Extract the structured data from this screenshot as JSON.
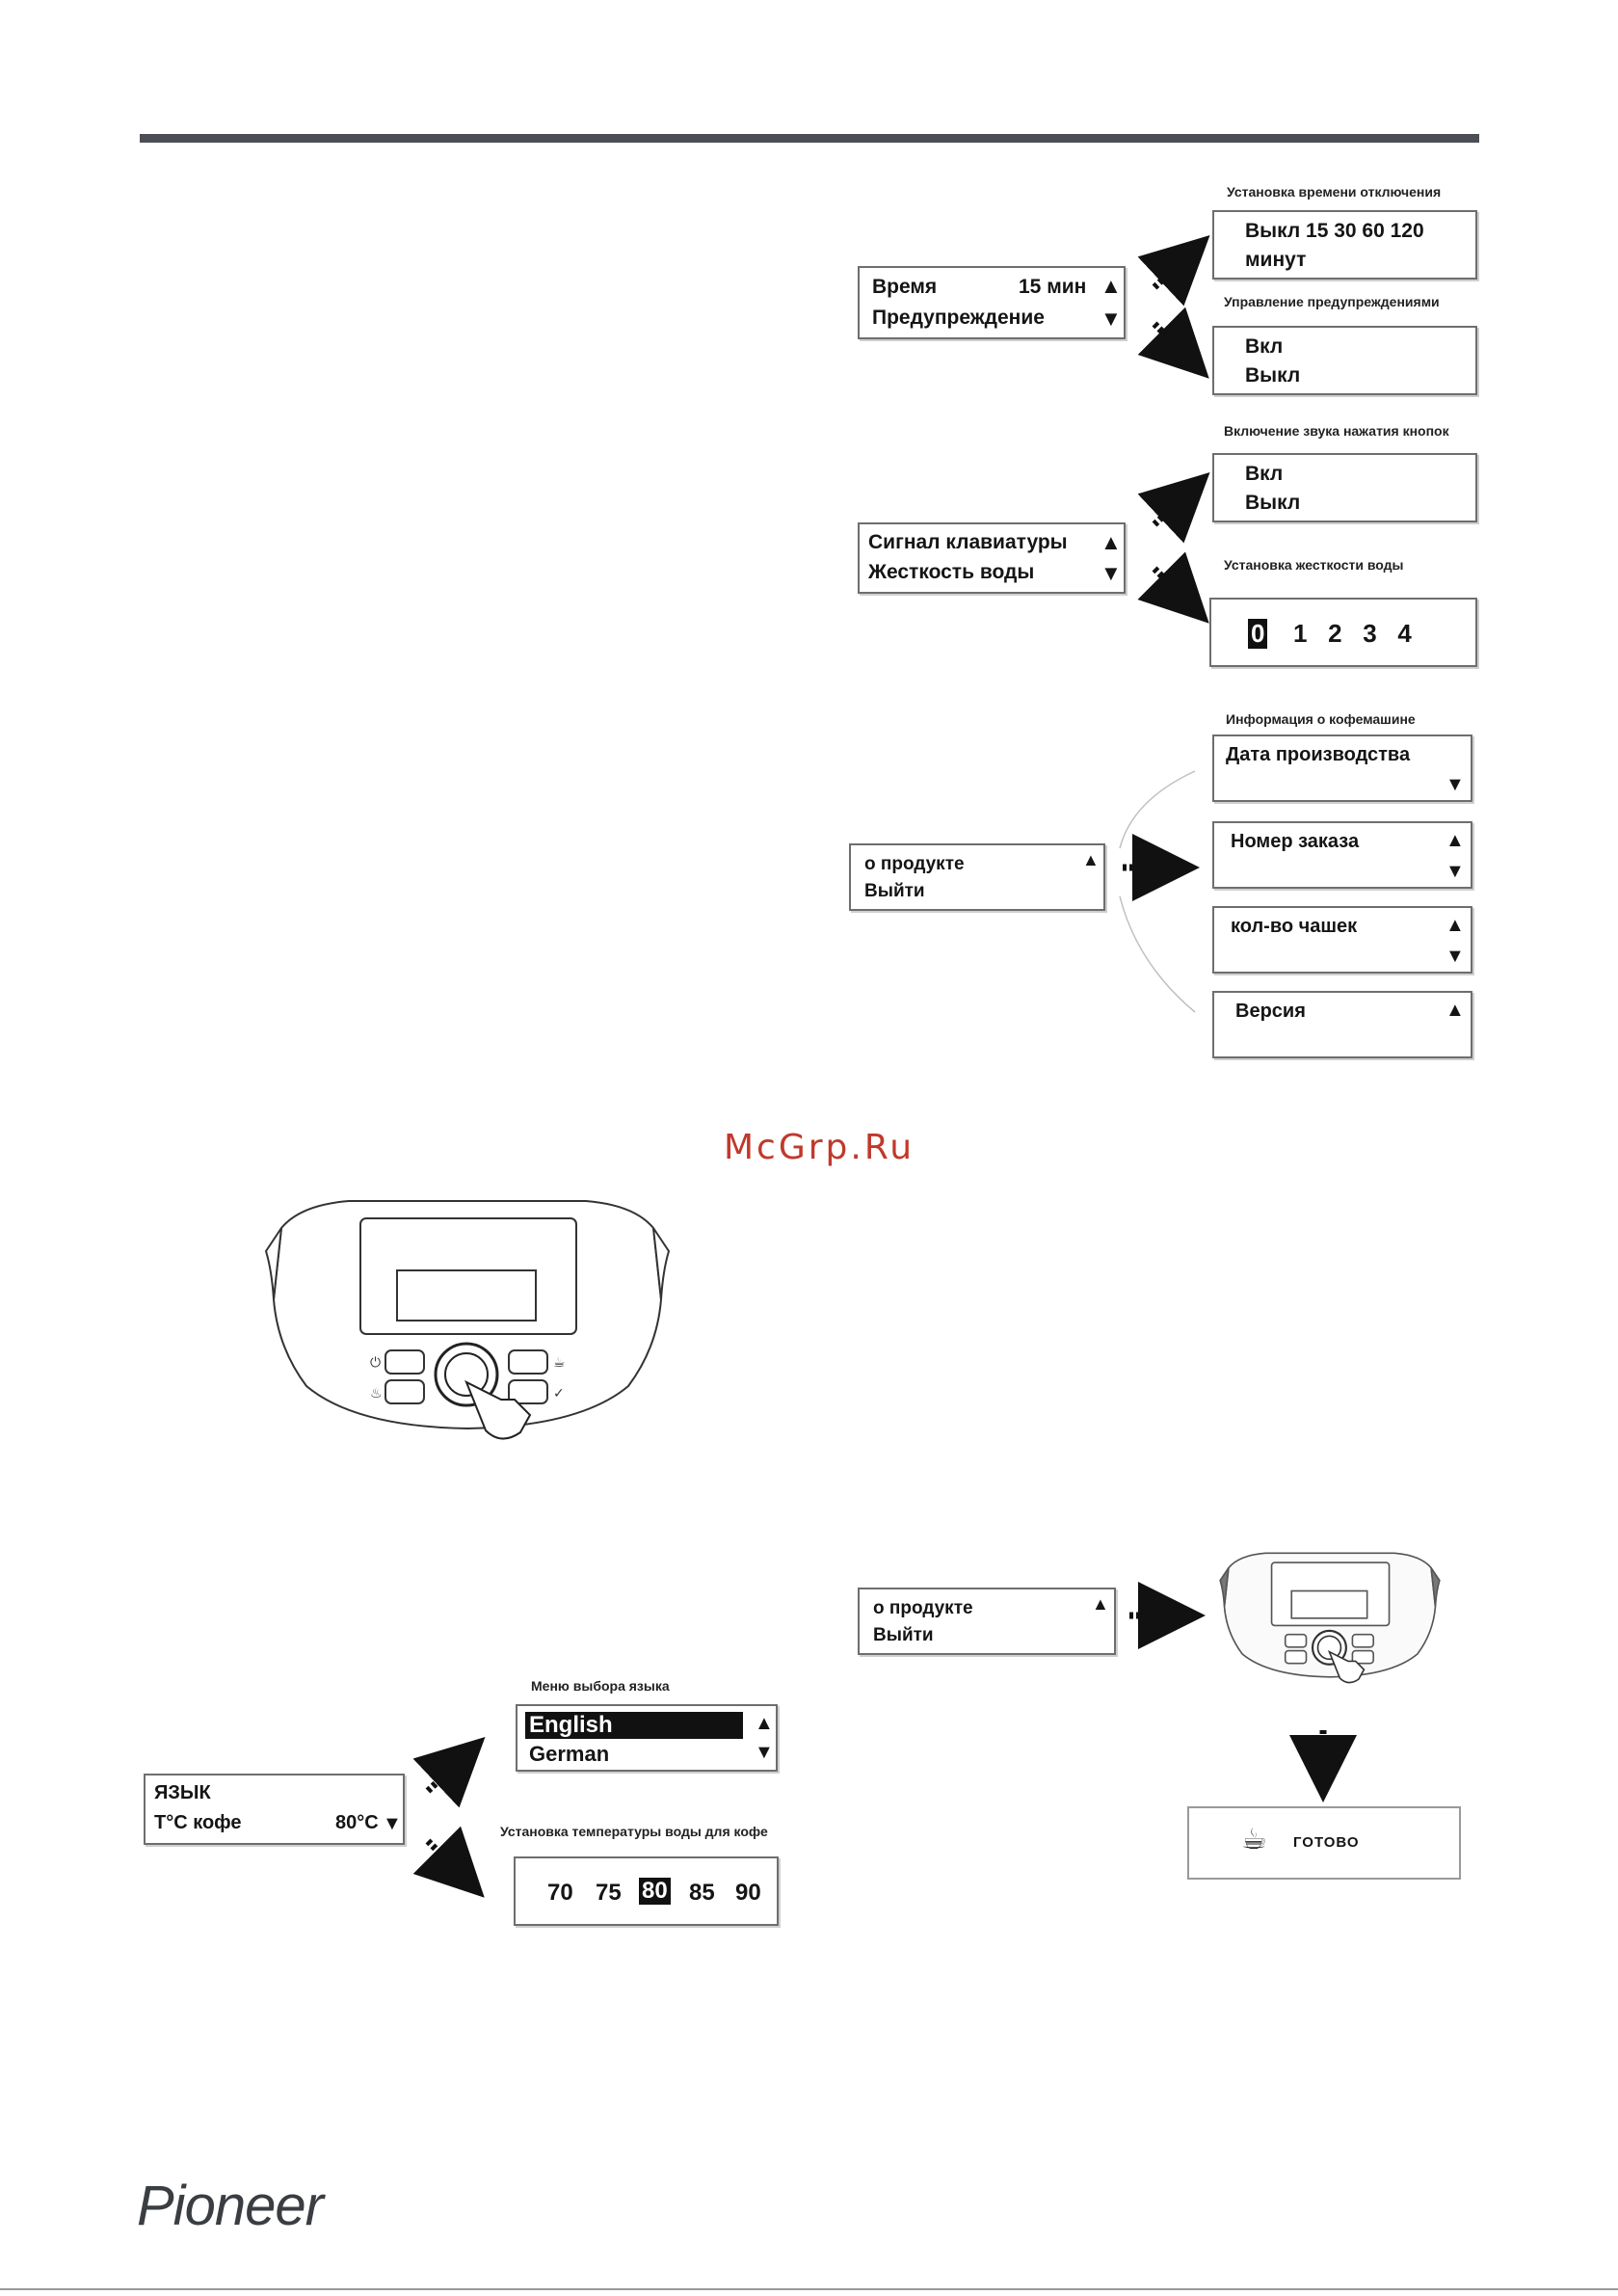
{
  "watermark": "McGrp.Ru",
  "brand": "Pioneer",
  "section1": {
    "menu": {
      "line1_label": "Время",
      "line1_value": "15 мин",
      "line2": "Предупреждение"
    },
    "shutdown": {
      "caption": "Установка времени отключения",
      "line1": "Выкл 15 30 60 120",
      "line2": "минут"
    },
    "warnings": {
      "caption": "Управление предупреждениями",
      "line1": "Вкл",
      "line2": "Выкл"
    }
  },
  "section2": {
    "menu": {
      "line1": "Сигнал клавиатуры",
      "line2": "Жесткость воды"
    },
    "keysound": {
      "caption": "Включение звука нажатия кнопок",
      "line1": "Вкл",
      "line2": "Выкл"
    },
    "hardness": {
      "caption": "Установка жесткости воды",
      "selected": "0",
      "values": "1   2   3   4"
    }
  },
  "section3": {
    "menu": {
      "line1": "о продукте",
      "line2": "Выйти"
    },
    "info_caption": "Информация о кофемашине",
    "info_items": [
      "Дата производства",
      "Номер заказа",
      "кол-во чашек",
      "Версия"
    ]
  },
  "section4": {
    "menu": {
      "line1": "ЯЗЫК",
      "line2_label": "T°C кофе",
      "line2_value": "80°C"
    },
    "language": {
      "caption": "Меню выбора языка",
      "line1": "English",
      "line2": "German"
    },
    "temp": {
      "caption": "Установка температуры воды для кофе",
      "v1": "70",
      "v2": "75",
      "selected": "80",
      "v4": "85",
      "v5": "90"
    }
  },
  "section5": {
    "menu": {
      "line1": "о продукте",
      "line2": "Выйти"
    },
    "ready": "ГОТОВО"
  },
  "icons": {
    "up": "up-arrow-icon",
    "down": "down-arrow-icon",
    "cup": "coffee-cup-icon"
  }
}
